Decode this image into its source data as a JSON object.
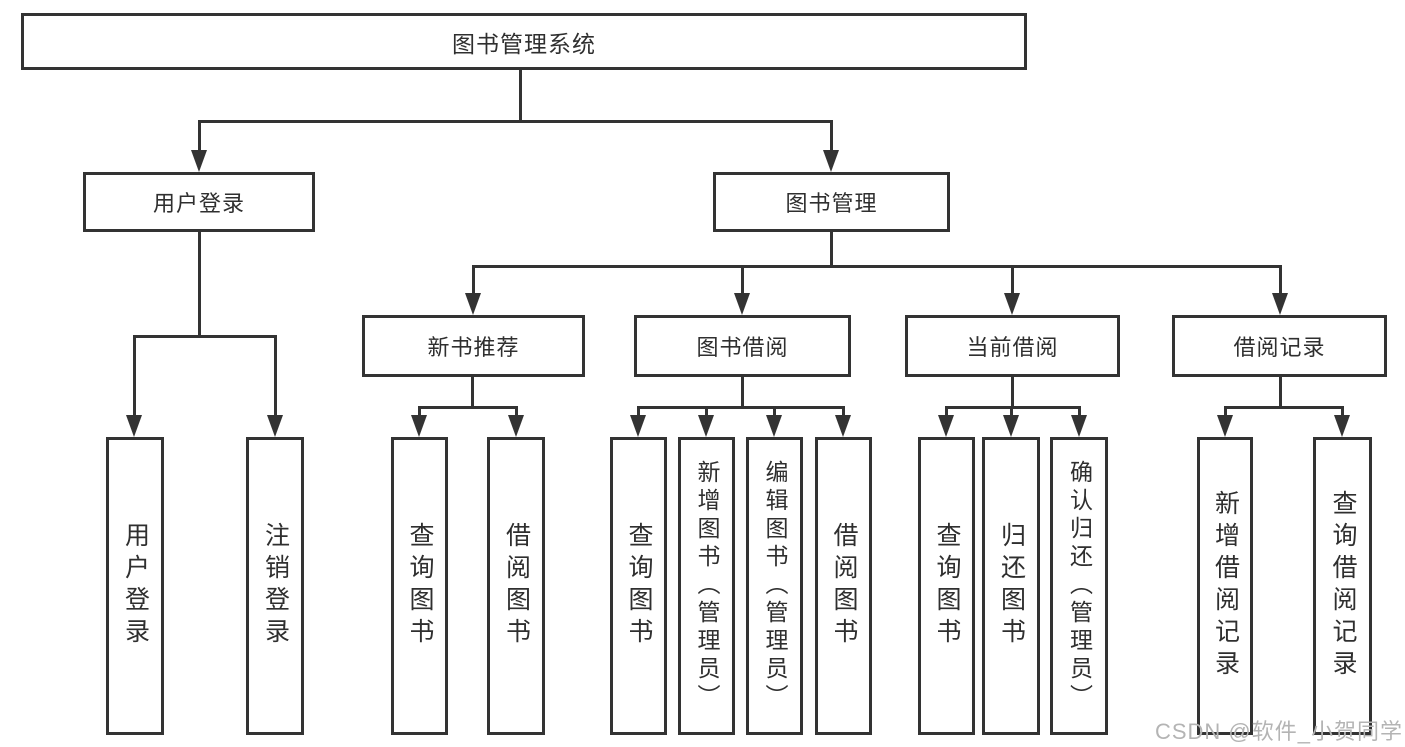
{
  "diagram": {
    "root": {
      "label": "图书管理系统"
    },
    "level2": [
      {
        "label": "用户登录"
      },
      {
        "label": "图书管理"
      }
    ],
    "level3": [
      {
        "label": "新书推荐"
      },
      {
        "label": "图书借阅"
      },
      {
        "label": "当前借阅"
      },
      {
        "label": "借阅记录"
      }
    ],
    "leaves": {
      "user_login": [
        {
          "label": "用户登录"
        },
        {
          "label": "注销登录"
        }
      ],
      "new_book": [
        {
          "label": "查询图书"
        },
        {
          "label": "借阅图书"
        }
      ],
      "book_borrow": [
        {
          "label": "查询图书"
        },
        {
          "label": "新增图书（管理员）"
        },
        {
          "label": "编辑图书（管理员）"
        },
        {
          "label": "借阅图书"
        }
      ],
      "current_borrow": [
        {
          "label": "查询图书"
        },
        {
          "label": "归还图书"
        },
        {
          "label": "确认归还（管理员）"
        }
      ],
      "borrow_record": [
        {
          "label": "新增借阅记录"
        },
        {
          "label": "查询借阅记录"
        }
      ]
    }
  },
  "watermark": {
    "text": "CSDN @软件_小贺同学"
  },
  "colors": {
    "line": "#333333",
    "text": "#2f2f2f",
    "watermark": "#b4b4b4",
    "background": "#ffffff"
  }
}
